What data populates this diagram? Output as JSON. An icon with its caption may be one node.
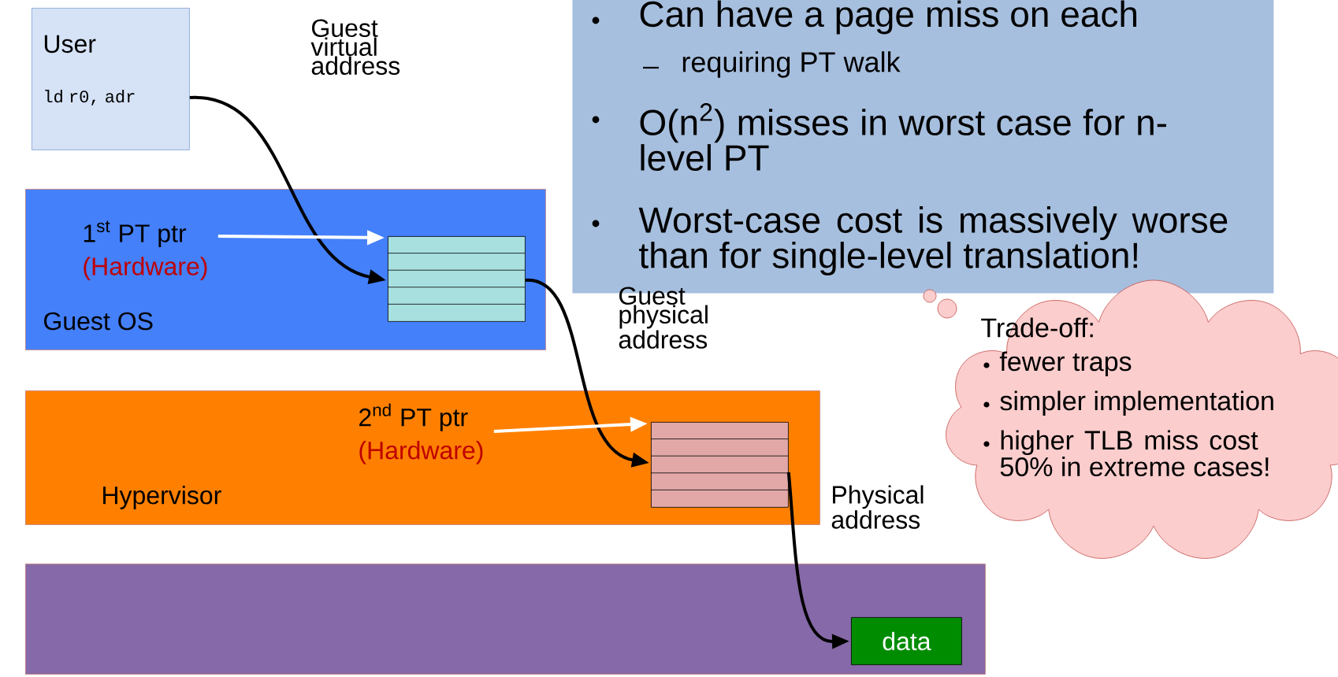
{
  "diagram": {
    "nodes": [
      {
        "text": [
          "User",
          "ld r0, adr"
        ]
      },
      {
        "text": [
          "Guest OS"
        ]
      },
      {
        "text": [
          "1$^{st}$ PT ptr",
          "(Hardware)"
        ],
        "in": 1
      },
      {
        "text": [],
        "shape": "box",
        "in": 1
      },
      {
        "text": [
          "Hypervisor"
        ]
      },
      {
        "text": [
          "2$^{nd}$ PT ptr",
          "(Hardware)"
        ],
        "in": 4
      },
      {
        "text": [],
        "shape": "box",
        "in": 4
      },
      {
        "text": [],
        "shape": "box"
      },
      {
        "text": [
          "data"
        ],
        "in": 7
      },
      {
        "text": [
          "Can have a page miss on each",
          "requiring PT walk",
          "O(n$^{2}$) misses in worst case for n-level PT",
          "Worst-case cost is massively worse than for single-level translation!"
        ]
      },
      {
        "text": [
          "Trade-off:",
          "fewer traps",
          "simpler implementation",
          "higher TLB miss cost 50% in extreme cases!"
        ]
      }
    ],
    "edges": [
      {
        "from": 0,
        "to": 3,
        "arrow": "to",
        "label": "Guest virtual address"
      },
      {
        "from": 2,
        "to": 3,
        "arrow": "to",
        "color": "#ffffff"
      },
      {
        "from": 3,
        "to": 6,
        "arrow": "to",
        "label": "Guest physical address"
      },
      {
        "from": 5,
        "to": 6,
        "arrow": "to",
        "color": "#ffffff"
      },
      {
        "from": 6,
        "to": 8,
        "arrow": "to",
        "label": "Physical address"
      }
    ]
  }
}
